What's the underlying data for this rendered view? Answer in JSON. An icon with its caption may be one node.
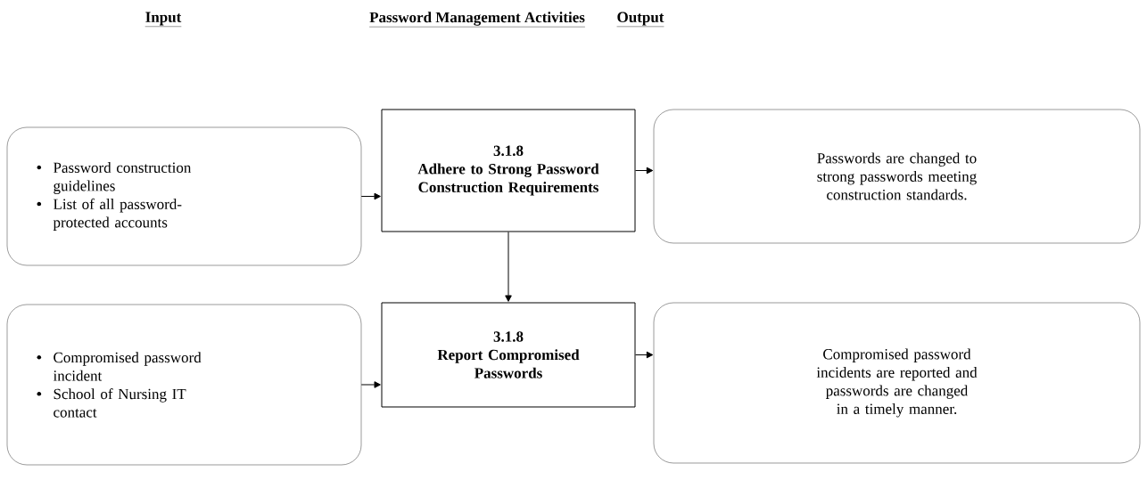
{
  "diagram": {
    "nodes": [
      {
        "text": [
          "Password construction guidelines",
          "List of all password-protected accounts"
        ]
      },
      {
        "text": [
          "3.1.8",
          "Adhere to Strong Password Construction Requirements"
        ]
      },
      {
        "text": [
          "Passwords are changed to strong passwords meeting construction standards."
        ]
      },
      {
        "text": [
          "Compromised password incident",
          "School of Nursing IT contact"
        ]
      },
      {
        "text": [
          "3.1.8",
          "Report Compromised Passwords"
        ]
      },
      {
        "text": [
          "Compromised password incidents are reported and passwords are changed in a timely manner."
        ]
      }
    ],
    "edges": [
      {
        "from": 0,
        "to": 1,
        "arrow": "to"
      },
      {
        "from": 1,
        "to": 2,
        "arrow": "to"
      },
      {
        "from": 1,
        "to": 4,
        "arrow": "to"
      },
      {
        "from": 3,
        "to": 4,
        "arrow": "to"
      },
      {
        "from": 4,
        "to": 5,
        "arrow": "to"
      }
    ],
    "labels": [
      "Input",
      "Password Management Activities",
      "Output"
    ]
  }
}
